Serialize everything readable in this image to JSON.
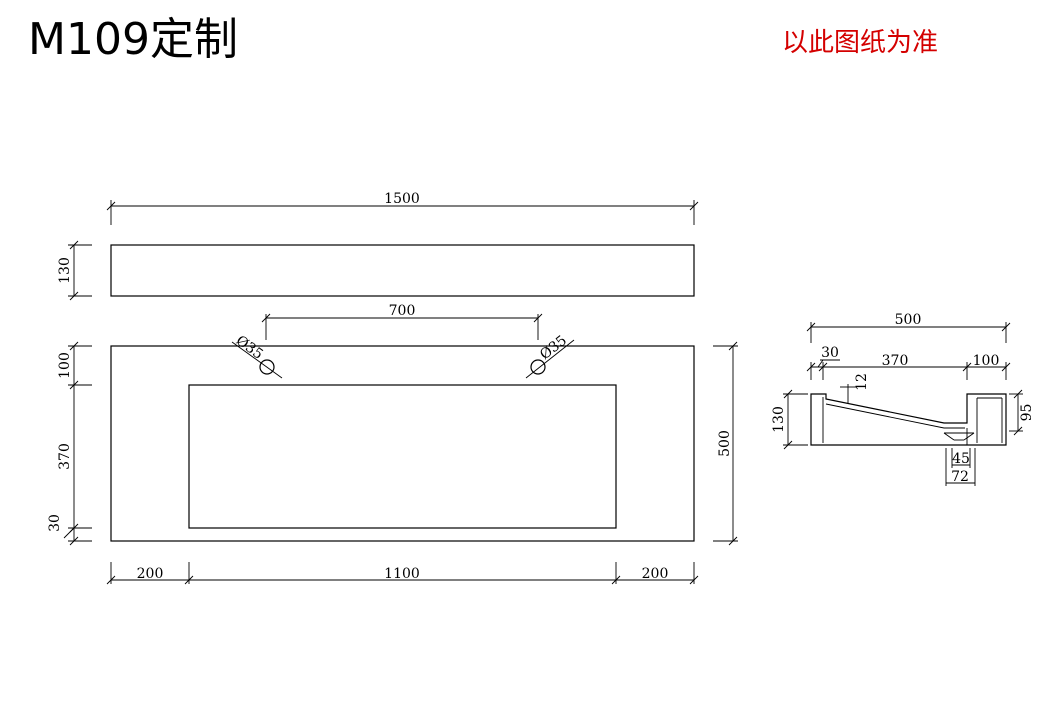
{
  "header": {
    "title": "M109定制",
    "note": "以此图纸为准",
    "note_color": "#d40000"
  },
  "front_view": {
    "total_width": "1500",
    "apron_height": "130",
    "hole_spacing": "700",
    "hole_left": "Ø35",
    "hole_right": "Ø35",
    "back_margin": "100",
    "basin_depth": "370",
    "front_margin": "30",
    "total_depth": "500",
    "left_margin": "200",
    "basin_width": "1100",
    "right_margin": "200"
  },
  "section_view": {
    "total_depth": "500",
    "wall_thickness": "30",
    "slope_length": "370",
    "channel_width": "100",
    "bottom_thickness": "12",
    "height": "130",
    "channel_depth": "95",
    "drain_gap": "45",
    "drain_width": "72"
  }
}
